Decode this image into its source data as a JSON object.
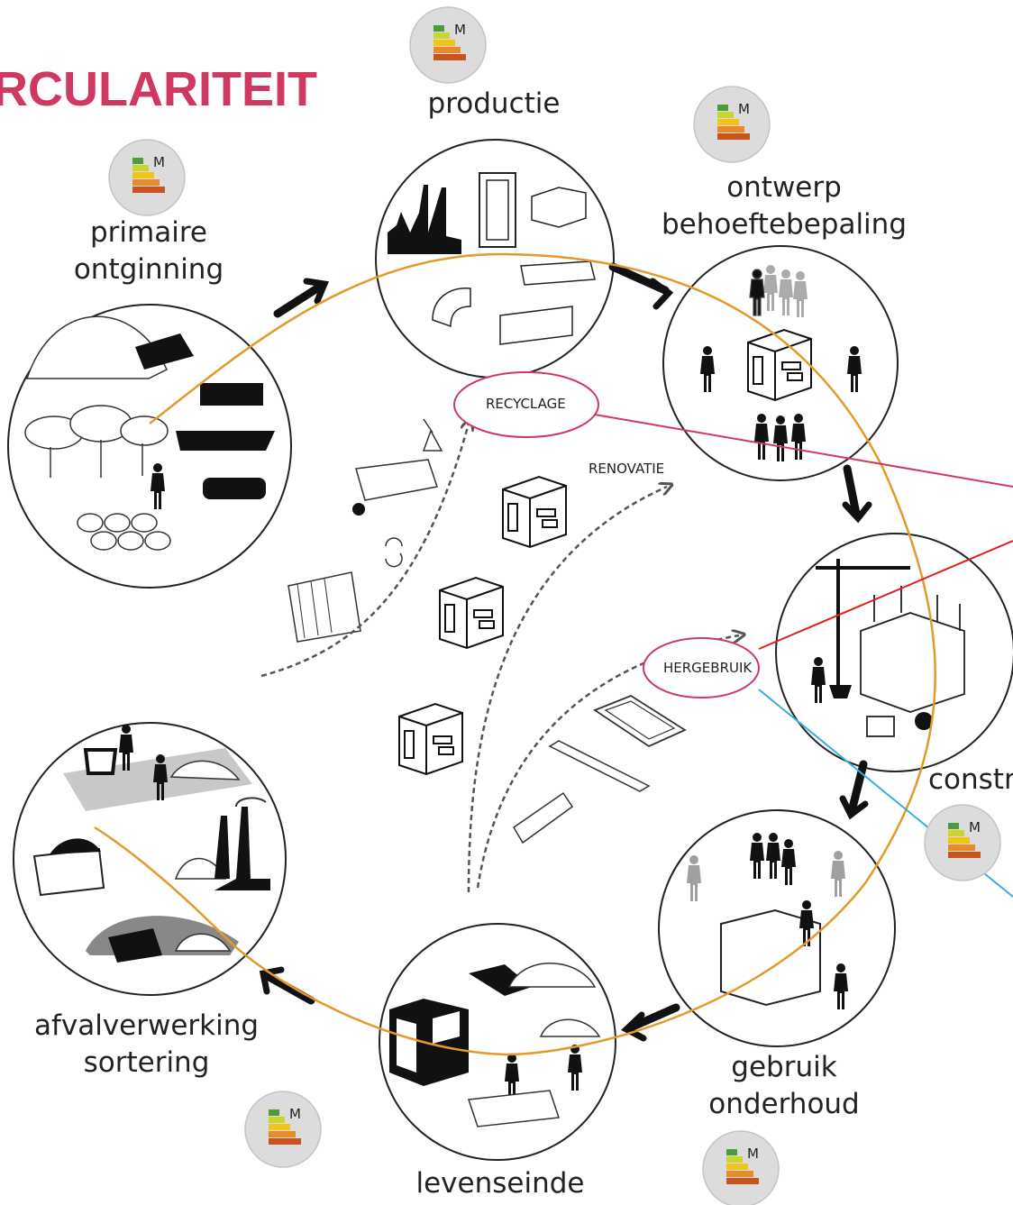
{
  "title": "RCULARITEIT",
  "badge": {
    "letter": "M",
    "colors": [
      "#4d9b3a",
      "#c9d62f",
      "#f2c418",
      "#e8892a",
      "#c8541c"
    ]
  },
  "stages": {
    "primaire": {
      "line1": "primaire",
      "line2": "ontginning"
    },
    "productie": {
      "line1": "productie"
    },
    "ontwerp": {
      "line1": "ontwerp",
      "line2": "behoeftebepaling"
    },
    "constructie": {
      "line1": "constr"
    },
    "gebruik": {
      "line1": "gebruik",
      "line2": "onderhoud"
    },
    "levenseinde": {
      "line1": "levenseinde"
    },
    "afval": {
      "line1": "afvalverwerking",
      "line2": "sortering"
    }
  },
  "loops": {
    "recyclage": "RECYCLAGE",
    "renovatie": "RENOVATIE",
    "hergebruik": "HERGEBRUIK"
  },
  "colors": {
    "title": "#d0395f",
    "cycle_line": "#e39a2a",
    "recyclage_line": "#d0395f",
    "hergebruik_red": "#e0201c",
    "hergebruik_blue": "#3aaee0"
  }
}
